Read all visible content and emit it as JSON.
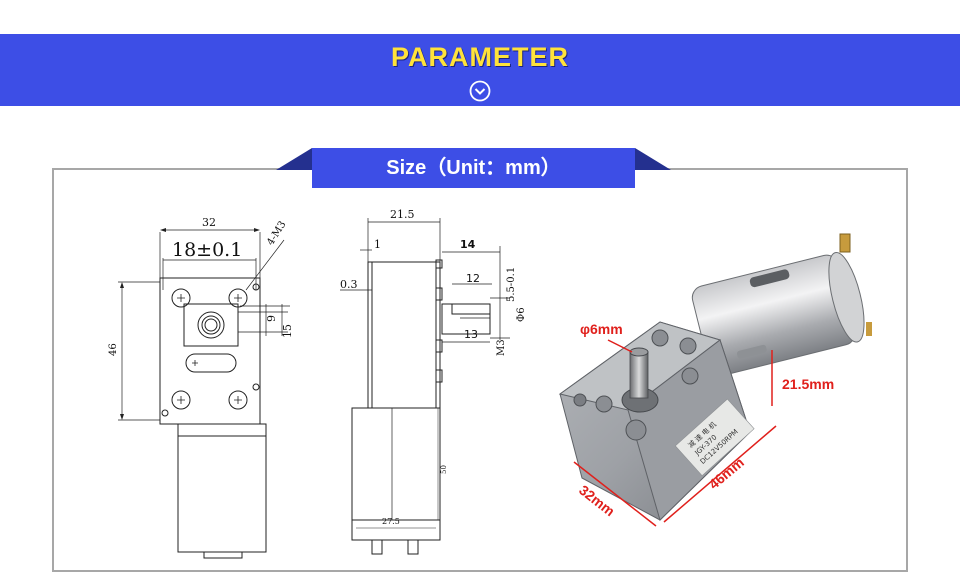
{
  "header": {
    "title": "PARAMETER",
    "section_tab": "Size（Unit：mm）"
  },
  "front_view": {
    "width": "32",
    "hole_spacing": "18±0.1",
    "screw_holes": "4-M3",
    "height": "46",
    "dim_9": "9",
    "dim_15": "15"
  },
  "side_view": {
    "total_width": "21.5",
    "dim_1": "1",
    "dim_03": "0.3",
    "shaft_total": "14",
    "flat_length": "12",
    "flat_depth": "5.5-0.1",
    "shaft_dia": "Φ6",
    "shaft_len": "13",
    "thread": "M3",
    "motor_len": "50",
    "motor_dia": "27.5"
  },
  "photo": {
    "shaft_label": "φ6mm",
    "depth_label": "21.5mm",
    "width_label": "32mm",
    "length_label": "46mm",
    "sticker_line1": "减 速 电 机",
    "sticker_line2": "JGY-370",
    "sticker_line3": "DC12V50RPM"
  },
  "colors": {
    "banner": "#3d4ee6",
    "title": "#ffe23a",
    "accent_red": "#e0201c"
  }
}
